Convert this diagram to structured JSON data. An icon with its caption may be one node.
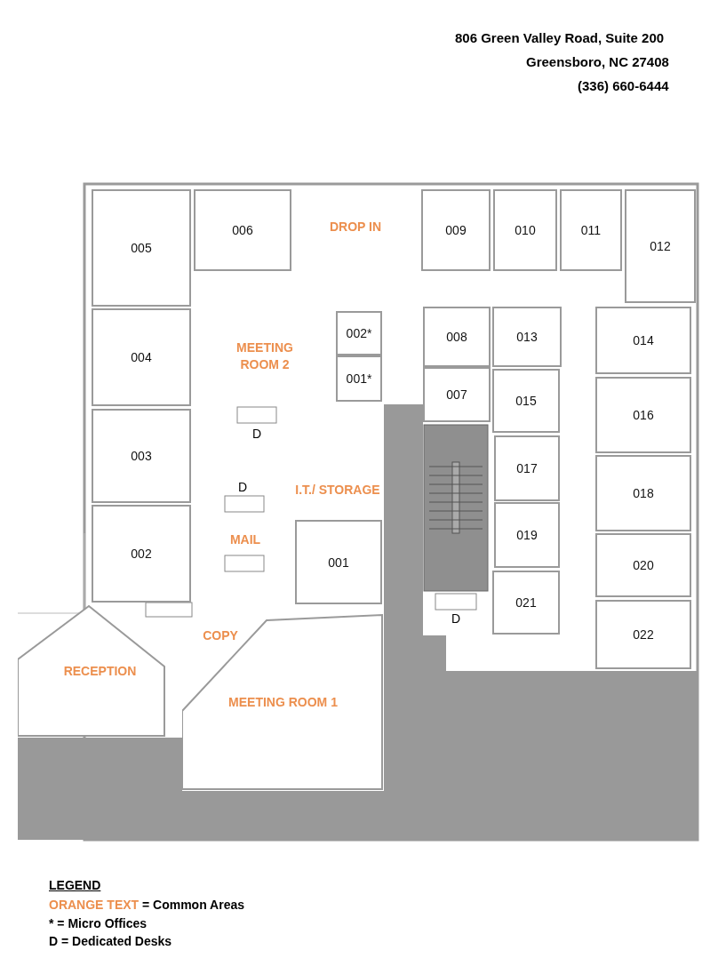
{
  "diagram": {
    "nodes": [
      {
        "text": [
          "005"
        ]
      },
      {
        "text": [
          "006"
        ]
      },
      {
        "text": [
          "DROP IN"
        ]
      },
      {
        "text": [
          "009"
        ]
      },
      {
        "text": [
          "010"
        ]
      },
      {
        "text": [
          "011"
        ]
      },
      {
        "text": [
          "012"
        ]
      },
      {
        "text": [
          "002*"
        ]
      },
      {
        "text": [
          "MEETING ROOM 2"
        ]
      },
      {
        "text": [
          "008"
        ]
      },
      {
        "text": [
          "013"
        ]
      },
      {
        "text": [
          "004"
        ]
      },
      {
        "text": [
          "014"
        ]
      },
      {
        "text": [
          "001*"
        ]
      },
      {
        "text": [
          "007"
        ]
      },
      {
        "text": [
          "015"
        ]
      },
      {
        "text": [
          "016"
        ]
      },
      {
        "text": [
          "003"
        ]
      },
      {
        "text": [
          "I.T./ STORAGE"
        ]
      },
      {
        "text": [
          "017"
        ]
      },
      {
        "text": [
          "018"
        ]
      },
      {
        "text": [
          "MAIL"
        ]
      },
      {
        "text": [
          "002"
        ]
      },
      {
        "text": [
          "001"
        ]
      },
      {
        "text": [
          "019"
        ]
      },
      {
        "text": [
          "020"
        ]
      },
      {
        "text": [
          "021"
        ]
      },
      {
        "text": [
          "COPY"
        ]
      },
      {
        "text": [
          "022"
        ]
      },
      {
        "text": [
          "RECEPTION"
        ]
      },
      {
        "text": [
          "MEETING ROOM 1"
        ]
      }
    ],
    "labels": [
      "806 Green Valley Road, Suite 200",
      "Greensboro, NC 27408",
      "(336) 660-6444",
      "D",
      "D",
      "D",
      "LEGEND",
      "ORANGE TEXT",
      "= Common Areas",
      "* =  Micro Offices",
      "D = Dedicated Desks"
    ]
  }
}
